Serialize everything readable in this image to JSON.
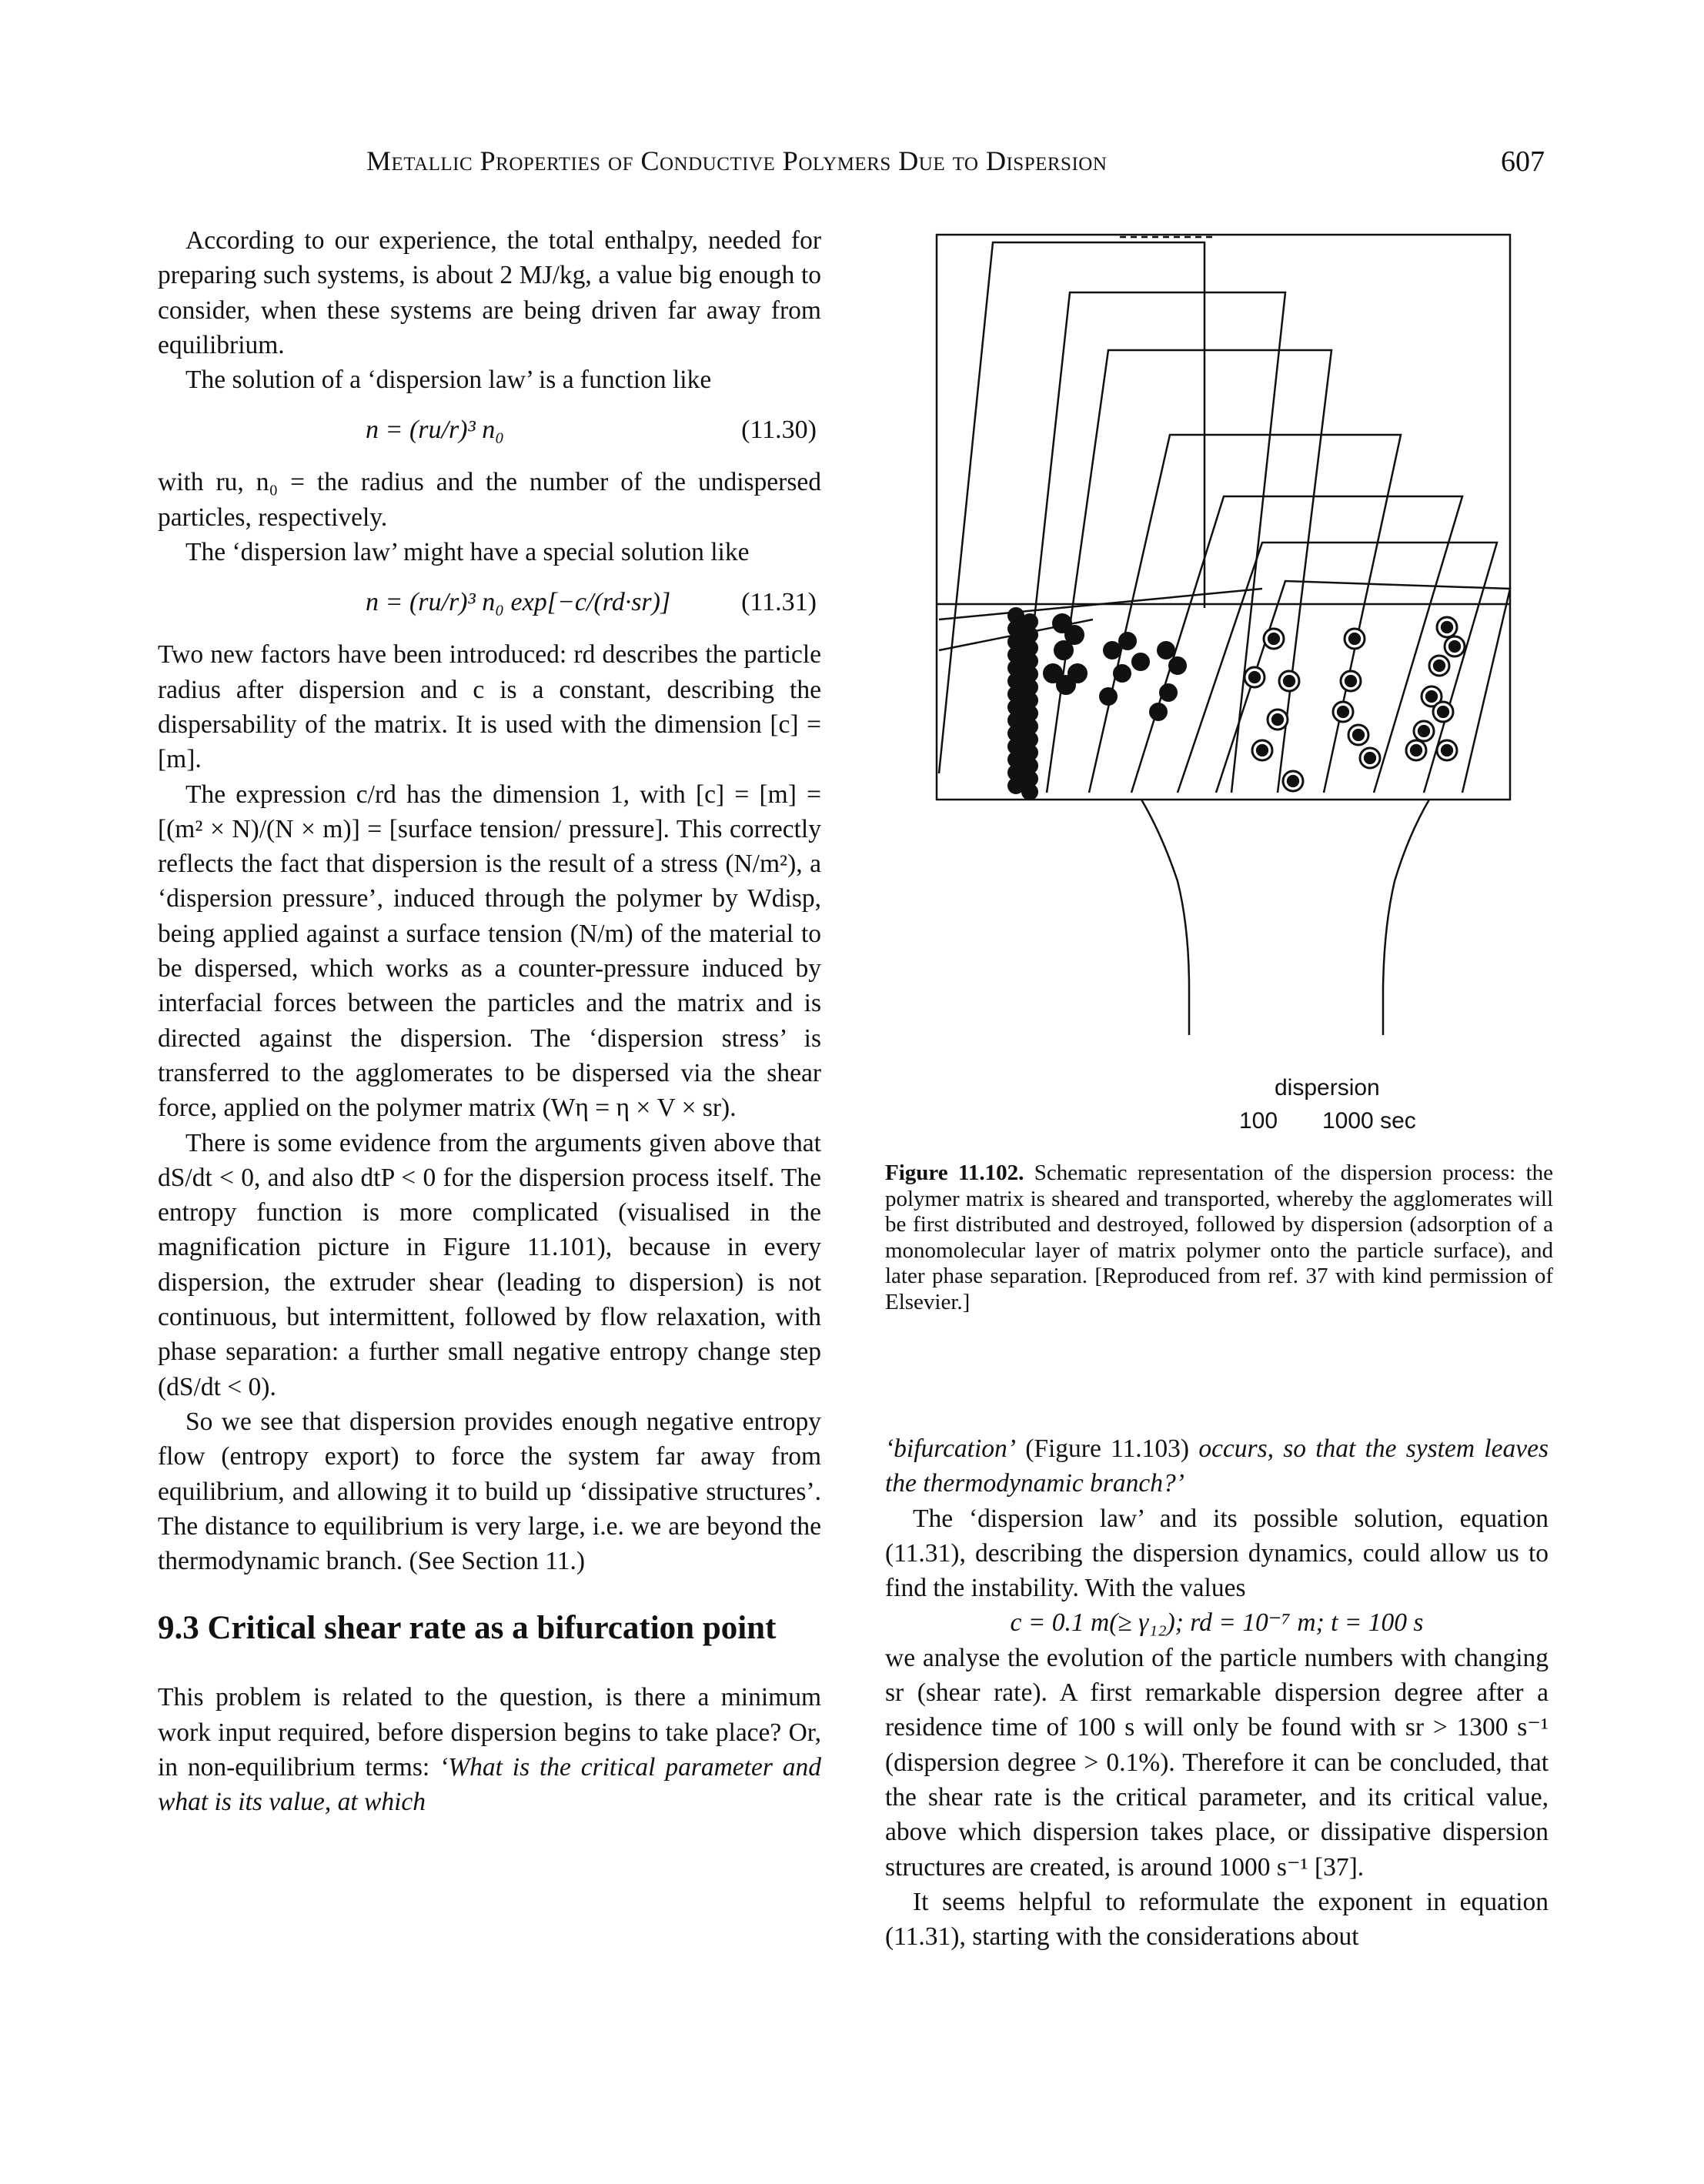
{
  "header": {
    "running_title": "Metallic Properties of Conductive Polymers Due to Dispersion",
    "page_number": "607"
  },
  "left_column": {
    "p1": "According to our experience, the total enthalpy, needed for preparing such systems, is about 2 MJ/kg, a value big enough to consider, when these systems are being driven far away from equilibrium.",
    "p2": "The solution of a ‘dispersion law’ is a function like",
    "eq1_formula": "n = (ru/r)³ n₀",
    "eq1_number": "(11.30)",
    "p3": "with ru, n₀ = the radius and the number of the undispersed particles, respectively.",
    "p4": "The ‘dispersion law’ might have a special solution like",
    "eq2_formula": "n = (ru/r)³ n₀ exp[−c/(rd·sr)]",
    "eq2_number": "(11.31)",
    "p5": "Two new factors have been introduced: rd describes the particle radius after dispersion and c is a constant, describing the dispersability of the matrix. It is used with the dimension [c] = [m].",
    "p6": "The expression c/rd has the dimension 1, with [c] = [m] = [(m² × N)/(N × m)] = [surface tension/ pressure]. This correctly reflects the fact that dispersion is the result of a stress (N/m²), a ‘dispersion pressure’, induced through the polymer by Wdisp, being applied against a surface tension (N/m) of the material to be dispersed, which works as a counter-pressure induced by interfacial forces between the particles and the matrix and is directed against the dispersion. The ‘dispersion stress’ is transferred to the agglomerates to be dispersed via the shear force, applied on the polymer matrix (Wη = η × V × sr).",
    "p7": "There is some evidence from the arguments given above that dS/dt < 0, and also dtP < 0 for the dispersion process itself. The entropy function is more complicated (visualised in the magnification picture in Figure 11.101), because in every dispersion, the extruder shear (leading to dispersion) is not continuous, but intermittent, followed by flow relaxation, with phase separation: a further small negative entropy change step (dS/dt < 0).",
    "p8": "So we see that dispersion provides enough negative entropy flow (entropy export) to force the system far away from equilibrium, and allowing it to build up ‘dissipative structures’. The distance to equilibrium is very large, i.e. we are beyond the thermodynamic branch. (See Section 11.)",
    "section_heading": "9.3  Critical shear rate as a bifurcation point",
    "p9_start": "This problem is related to the question, is there a minimum work input required, before dispersion begins to take place? Or, in non-equilibrium terms: ",
    "p9_italic": "‘What is the critical parameter and what is its value, at which"
  },
  "figure": {
    "label_dispersion": "dispersion",
    "label_100": "100",
    "label_1000": "1000 sec",
    "caption_label": "Figure 11.102.",
    "caption_text": "Schematic representation of the dispersion process: the polymer matrix is sheared and transported, whereby the agglomerates will be first distributed and destroyed, followed by dispersion (adsorption of a monomolecular layer of matrix polymer onto the particle surface), and later phase separation. [Reproduced from ref. 37 with kind permission of Elsevier.]"
  },
  "right_column": {
    "q1_italic_a": "‘bifurcation’",
    "q1_plain": " (Figure 11.103) ",
    "q1_italic_b": "occurs, so that the system leaves the thermodynamic branch?’",
    "p1": "The ‘dispersion law’ and its possible solution, equation (11.31), describing the dispersion dynamics, could allow us to find the instability. With the values",
    "values_eq": "c = 0.1 m(≥ γ₁₂);  rd = 10⁻⁷ m;  t = 100 s",
    "p2": "we analyse the evolution of the particle numbers with changing sr (shear rate). A first remarkable dispersion degree after a residence time of 100 s will only be found with sr > 1300 s⁻¹ (dispersion degree > 0.1%). Therefore it can be concluded, that the shear rate is the critical parameter, and its critical value, above which dispersion takes place, or dissipative dispersion structures are created, is around 1000 s⁻¹ [37].",
    "p3": "It seems helpful to reformulate the exponent in equation (11.31), starting with the considerations about"
  }
}
